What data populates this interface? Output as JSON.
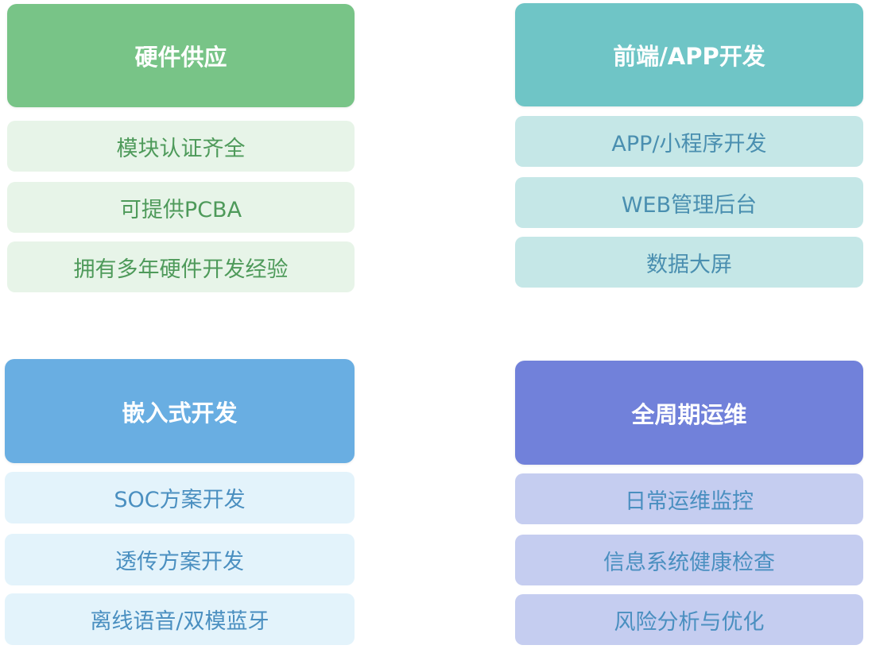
{
  "groups": [
    {
      "title": "硬件供应",
      "header_color": "#78c487",
      "item_bg": "#e7f4e8",
      "item_text_color": "#4e9a5a",
      "items": [
        "模块认证齐全",
        "可提供PCBA",
        "拥有多年硬件开发经验"
      ]
    },
    {
      "title": "前端/APP开发",
      "header_color": "#6fc5c6",
      "item_bg": "#c5e7e7",
      "item_text_color": "#4a8fb0",
      "items": [
        "APP/小程序开发",
        "WEB管理后台",
        "数据大屏"
      ]
    },
    {
      "title": "嵌入式开发",
      "header_color": "#69aee2",
      "item_bg": "#e3f3fb",
      "item_text_color": "#4a8fc0",
      "items": [
        "SOC方案开发",
        "透传方案开发",
        "离线语音/双模蓝牙"
      ]
    },
    {
      "title": "全周期运维",
      "header_color": "#7181da",
      "item_bg": "#c5cdf0",
      "item_text_color": "#4a8fc0",
      "items": [
        "日常运维监控",
        "信息系统健康检查",
        "风险分析与优化"
      ]
    }
  ]
}
